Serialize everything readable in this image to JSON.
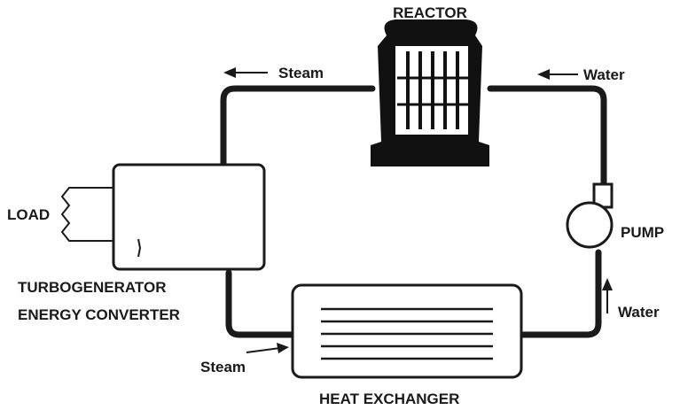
{
  "labels": {
    "reactor": "REACTOR",
    "steam_top": "Steam",
    "water_top": "Water",
    "load": "LOAD",
    "pump": "PUMP",
    "water_right": "Water",
    "turbo_line1": "TURBOGENERATOR",
    "turbo_line2": "ENERGY CONVERTER",
    "steam_bottom": "Steam",
    "heat_exchanger": "HEAT EXCHANGER"
  }
}
